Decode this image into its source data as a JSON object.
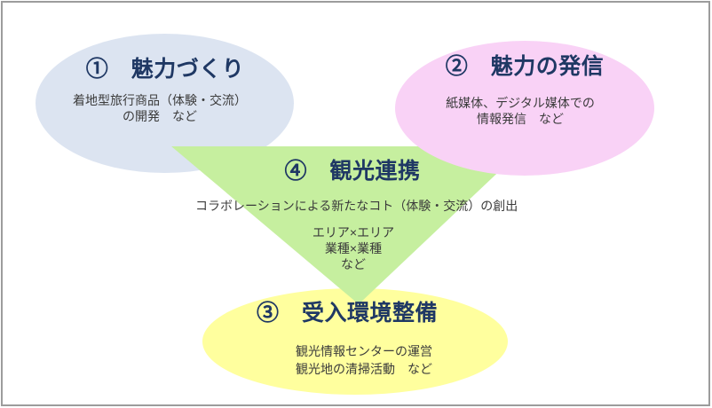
{
  "diagram": {
    "heading_color": "#1f3864",
    "body_color": "#3b3b3b",
    "frame_border_color": "#9c9c9c",
    "nodes": [
      {
        "id": "miryoku-zukuri",
        "shape": "ellipse",
        "fill": "#dce4f1",
        "heading": "①　魅力づくり",
        "body_lines": [
          "着地型旅行商品（体験・交流）",
          "の開発　など"
        ]
      },
      {
        "id": "miryoku-no-hasshin",
        "shape": "ellipse",
        "fill": "#f9d2f6",
        "heading": "②　魅力の発信",
        "body_lines": [
          "紙媒体、デジタル媒体での",
          "情報発信　など"
        ]
      },
      {
        "id": "ukeire-kankyo-seibi",
        "shape": "ellipse",
        "fill": "#ffff9e",
        "heading": "③　受入環境整備",
        "body_lines": [
          "観光情報センターの運営",
          "観光地の清掃活動　など"
        ]
      },
      {
        "id": "kanko-renkei",
        "shape": "triangle",
        "fill": "#c6ef9f",
        "heading": "④　観光連携",
        "body_lines": [
          "コラボレーションによる新たなコト（体験・交流）の創出"
        ],
        "sub_lines": [
          "エリア×エリア",
          "業種×業種",
          "など"
        ]
      }
    ]
  }
}
